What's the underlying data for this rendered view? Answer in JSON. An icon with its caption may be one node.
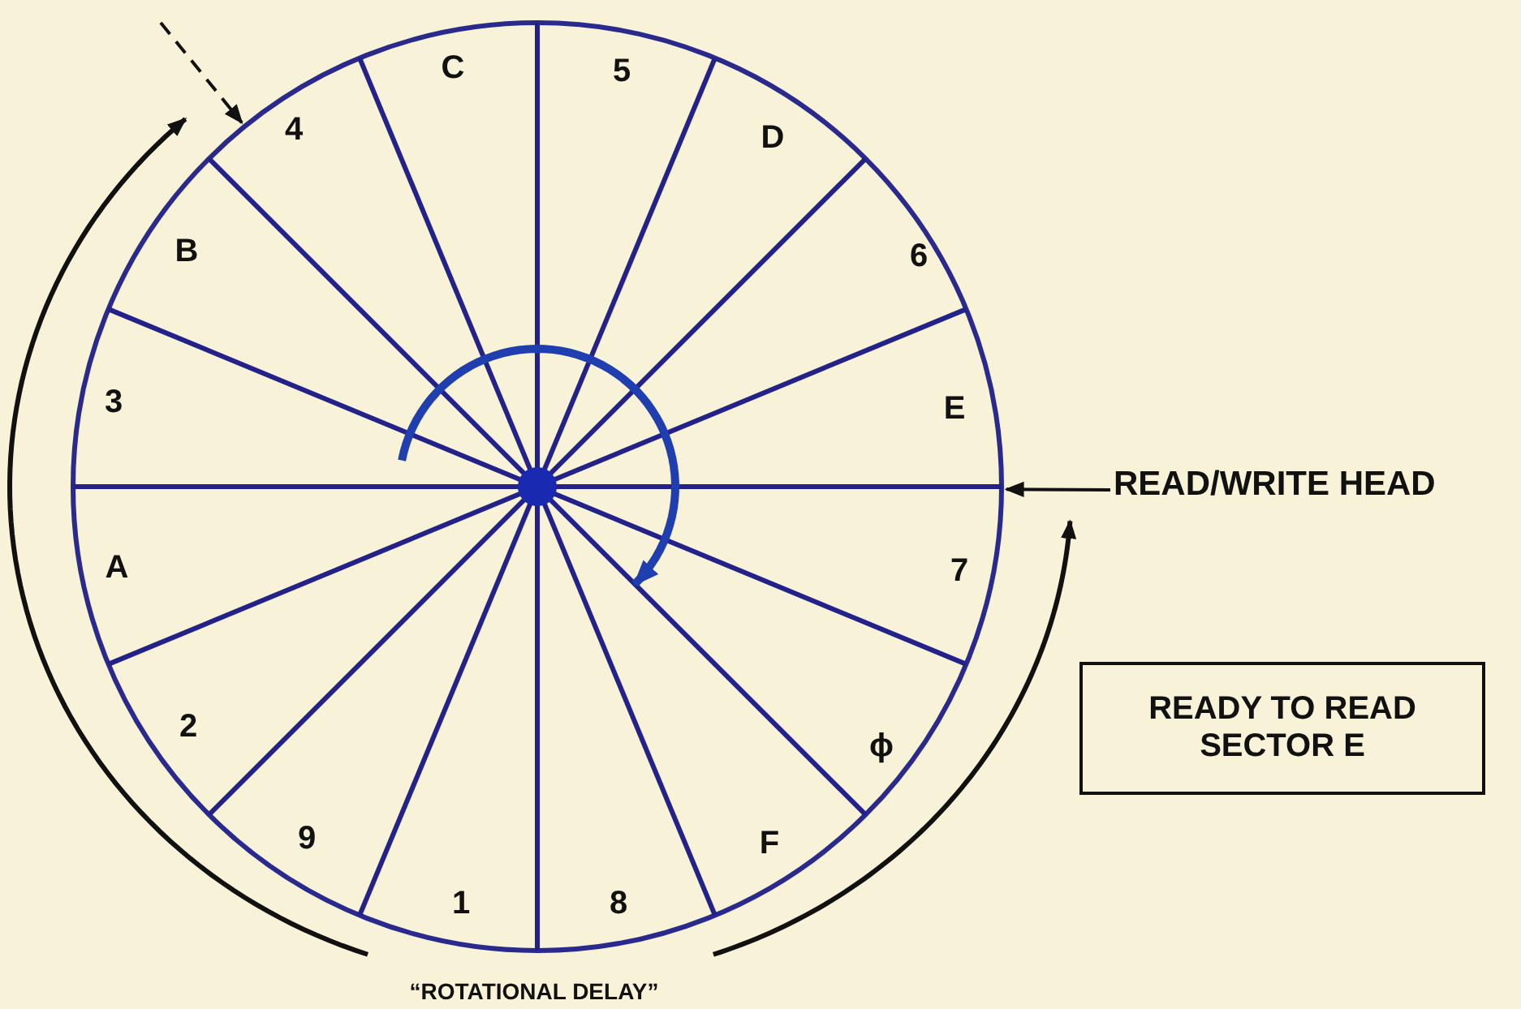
{
  "diagram": {
    "nodes": [
      {
        "text": [
          "READ/WRITE HEAD"
        ]
      },
      {
        "text": [],
        "shape": "circle"
      },
      {
        "text": [
          "READY TO READ SECTOR E"
        ]
      }
    ],
    "edges": [
      {
        "from": 0,
        "to": 1,
        "arrow": "to"
      },
      {
        "from": null,
        "to": 1,
        "arrow": "to",
        "style": "dashed"
      }
    ],
    "labels": [
      "C",
      "5",
      "4",
      "D",
      "B",
      "6",
      "3",
      "E",
      "A",
      "7",
      "2",
      "ϕ",
      "9",
      "F",
      "1",
      "8",
      "“ROTATIONAL DELAY”"
    ]
  }
}
